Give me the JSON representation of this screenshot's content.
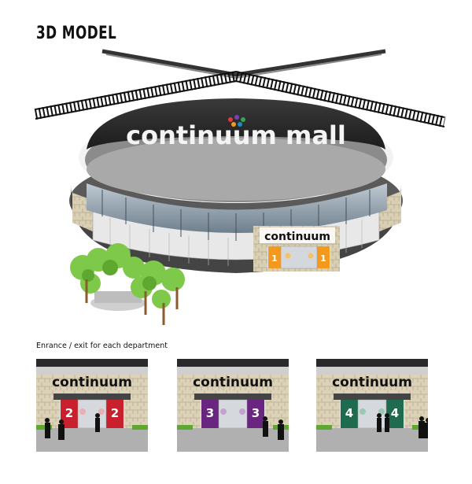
{
  "title": "3D MODEL",
  "mall": {
    "roof_sign": "continuum mall",
    "entrance_sign": "continuum",
    "entrance_number": "1",
    "entrance_color": "#f39a1e"
  },
  "departments_caption": "Enrance / exit for each department",
  "departments": [
    {
      "sign": "continuum",
      "number": "2",
      "color": "#c8202c"
    },
    {
      "sign": "continuum",
      "number": "3",
      "color": "#6a2580"
    },
    {
      "sign": "continuum",
      "number": "4",
      "color": "#1f6b4f"
    }
  ]
}
